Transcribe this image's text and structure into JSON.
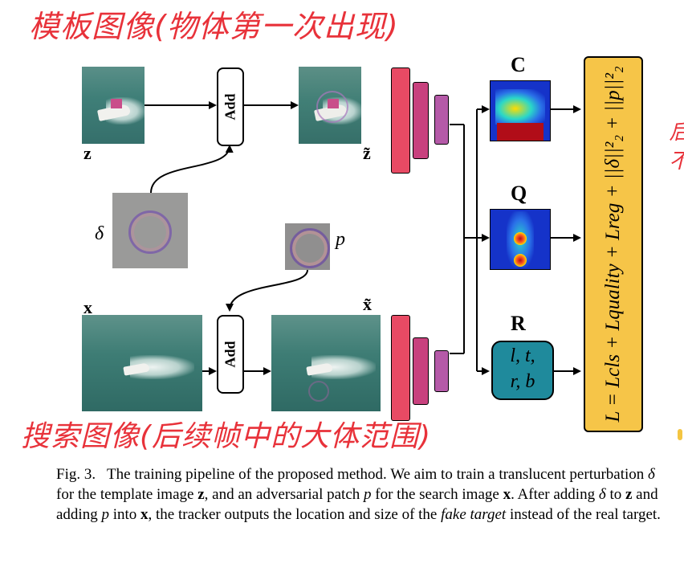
{
  "handwriting": {
    "top_note": "模板图像(物体第一次出现)",
    "bottom_note": "搜索图像(后续帧中的大体范围)",
    "right_note": "后 不"
  },
  "labels": {
    "z": "z",
    "z_tilde": "z̃",
    "x": "x",
    "x_tilde": "x̃",
    "delta": "δ",
    "p": "p",
    "add_top": "Add",
    "add_bottom": "Add",
    "head_c": "C",
    "head_q": "Q",
    "head_r": "R",
    "r_line1": "l, t,",
    "r_line2": "r, b",
    "loss": "L = Lcls + Lquality + Lreg + ||δ||²₂ + ||p||²₂"
  },
  "caption": {
    "fig": "Fig. 3.",
    "text_a": "The training pipeline of the proposed method. We aim to train a translucent perturbation",
    "text_b": "for the template image",
    "text_c": ", and an adversarial patch",
    "text_d": "for the search image",
    "text_e": ". After adding",
    "text_f": "to",
    "text_g": "and adding",
    "text_h": "into",
    "text_i": ", the tracker outputs the location and size of the",
    "fake_target": "fake target",
    "text_j": "instead of the real target.",
    "sym_delta": "δ",
    "sym_z": "z",
    "sym_p": "p",
    "sym_x": "x"
  },
  "colors": {
    "handwriting": "#e8323a",
    "bar1": "#e84a64",
    "bar2": "#c8417e",
    "bar3": "#b55aa8",
    "loss_box": "#f6c548",
    "r_box": "#1f8a9c"
  }
}
